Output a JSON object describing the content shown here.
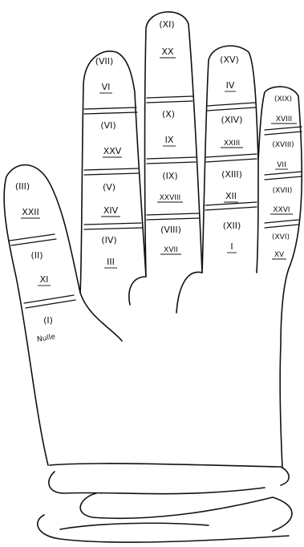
{
  "fingers": [
    {
      "id": "thumb",
      "segments": [
        {
          "labels": [
            "(III)",
            "XXII"
          ]
        },
        {
          "labels": [
            "(II)",
            "XI"
          ]
        },
        {
          "labels": [
            "(I)",
            "Nulle"
          ]
        }
      ]
    },
    {
      "id": "index",
      "segments": [
        {
          "labels": [
            "(VII)",
            "VI"
          ]
        },
        {
          "labels": [
            "(VI)",
            "XXV"
          ]
        },
        {
          "labels": [
            "(V)",
            "XIV"
          ]
        },
        {
          "labels": [
            "(IV)",
            "III"
          ]
        }
      ]
    },
    {
      "id": "middle",
      "segments": [
        {
          "labels": [
            "(XI)",
            "XX"
          ]
        },
        {
          "labels": [
            "(X)",
            "IX"
          ]
        },
        {
          "labels": [
            "(IX)",
            "XXVIII"
          ]
        },
        {
          "labels": [
            "(VIII)",
            "XVII"
          ]
        }
      ]
    },
    {
      "id": "ring",
      "segments": [
        {
          "labels": [
            "(XV)",
            "IV"
          ]
        },
        {
          "labels": [
            "(XIV)",
            "XXIII"
          ]
        },
        {
          "labels": [
            "(XIII)",
            "XII"
          ]
        },
        {
          "labels": [
            "(XII)",
            "I"
          ]
        }
      ]
    },
    {
      "id": "little",
      "segments": [
        {
          "labels": [
            "(XIX)",
            "XVIII"
          ]
        },
        {
          "labels": [
            "(XVIII)",
            "VII"
          ]
        },
        {
          "labels": [
            "(XVII)",
            "XXVI"
          ]
        },
        {
          "labels": [
            "(XVI)",
            "XV"
          ]
        }
      ]
    }
  ]
}
